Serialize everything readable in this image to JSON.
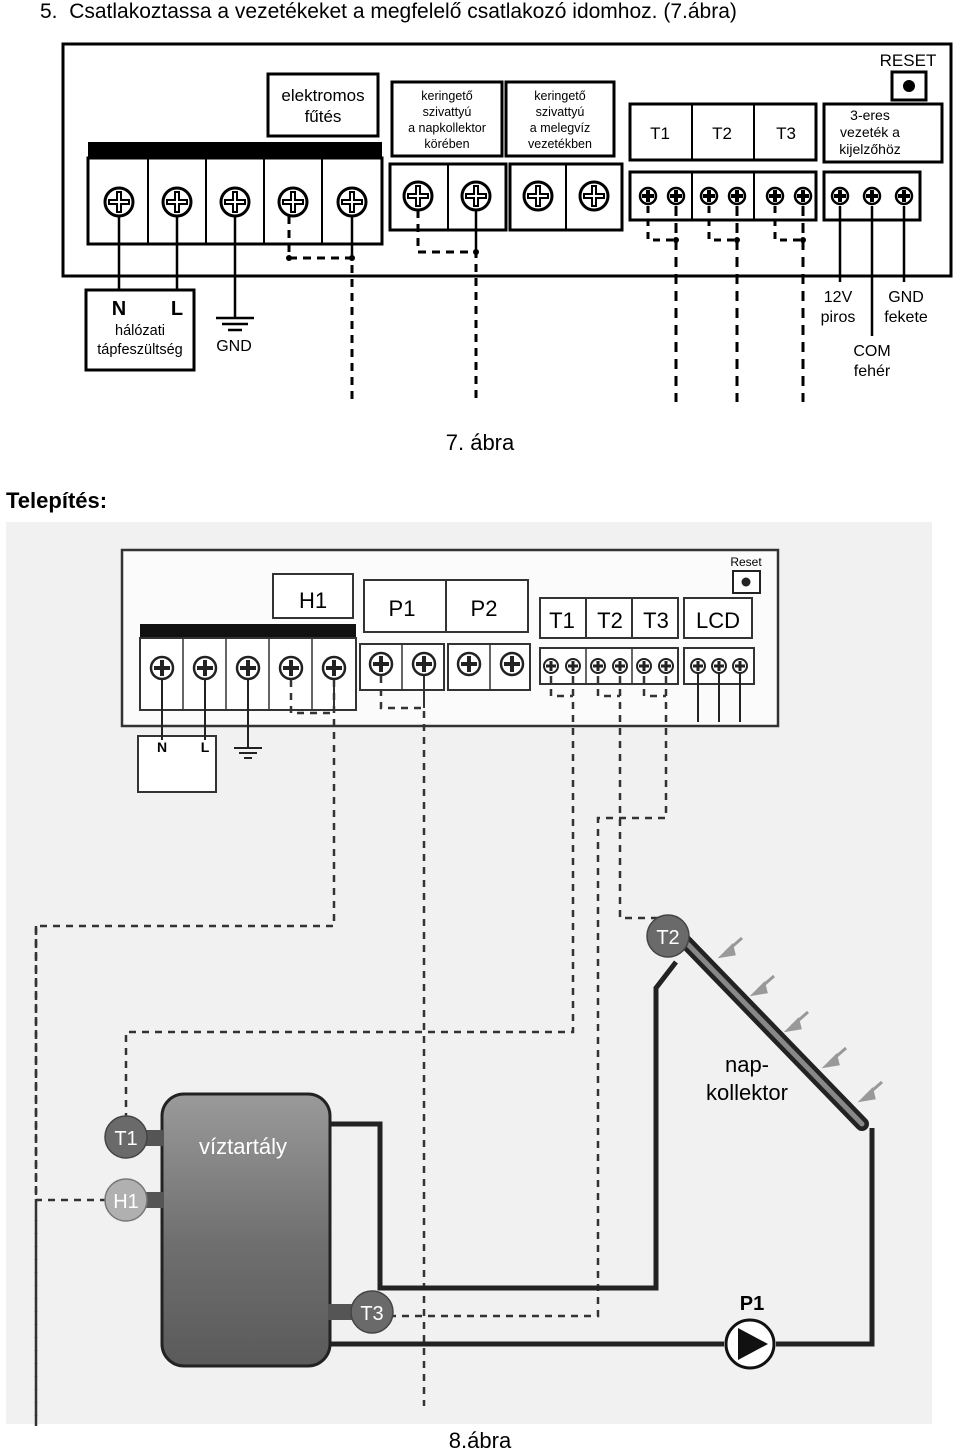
{
  "header": {
    "step": "5.",
    "instruction": "Csatlakoztassa a vezetékeket a megfelelő csatlakozó idomhoz. (7.ábra)"
  },
  "figure7": {
    "caption": "7. ábra",
    "reset_label": "RESET",
    "heater_label": [
      "elektromos",
      "fűtés"
    ],
    "pump_collector_label": [
      "keringető",
      "szivattyú",
      "a napkollektor",
      "körében"
    ],
    "pump_hotwater_label": [
      "keringető",
      "szivattyú",
      "a melegvíz",
      "vezetékben"
    ],
    "sensor_labels": [
      "T1",
      "T2",
      "T3"
    ],
    "display_label": [
      "3-eres",
      "vezeték a",
      "kijelzőhöz"
    ],
    "n_label": "N",
    "l_label": "L",
    "mains_label": [
      "hálózati",
      "tápfeszültség"
    ],
    "gnd_label": "GND",
    "wire_12v": [
      "12V",
      "piros"
    ],
    "wire_gnd": [
      "GND",
      "fekete"
    ],
    "wire_com": [
      "COM",
      "fehér"
    ]
  },
  "section_title": "Telepítés:",
  "figure8": {
    "caption": "8.ábra",
    "reset_label": "Reset",
    "h1_label": "H1",
    "p1_label": "P1",
    "p2_label": "P2",
    "t1_label": "T1",
    "t2_label": "T2",
    "t3_label": "T3",
    "lcd_label": "LCD",
    "n_label": "N",
    "l_label": "L",
    "tank_label": "víztartály",
    "collector_label": [
      "nap-",
      "kollektor"
    ],
    "sensor_t1": "T1",
    "sensor_h1": "H1",
    "sensor_t2": "T2",
    "sensor_t3": "T3",
    "pump_label": "P1"
  }
}
